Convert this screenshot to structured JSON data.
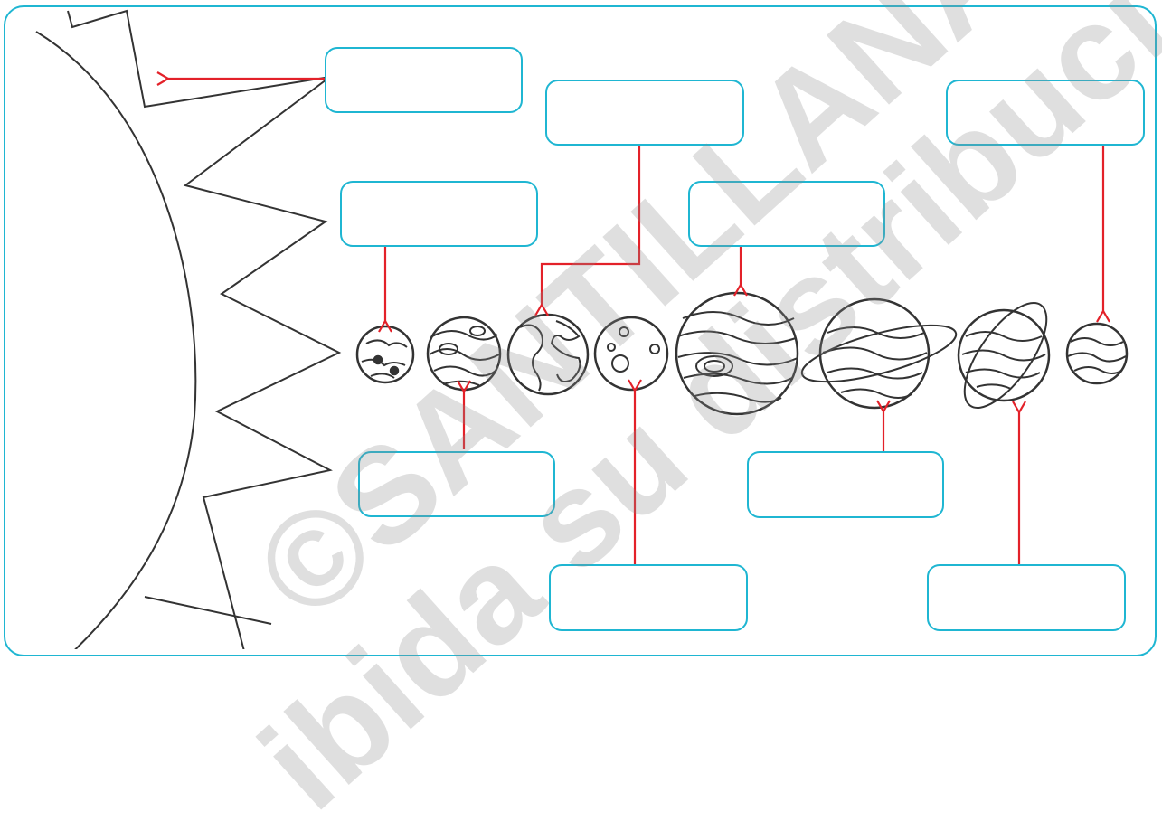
{
  "colors": {
    "frame": "#1fb6d2",
    "label_border": "#1fb6d2",
    "arrow": "#e32129",
    "outline": "#333333",
    "watermark": "rgba(140,140,140,0.28)"
  },
  "watermark": {
    "line1": "©SANTILLANA",
    "line2": "ibida su distribuci"
  },
  "labels": [
    {
      "id": "sun",
      "text": ""
    },
    {
      "id": "mercury",
      "text": ""
    },
    {
      "id": "venus",
      "text": ""
    },
    {
      "id": "earth",
      "text": ""
    },
    {
      "id": "mars",
      "text": ""
    },
    {
      "id": "jupiter",
      "text": ""
    },
    {
      "id": "saturn",
      "text": ""
    },
    {
      "id": "uranus",
      "text": ""
    },
    {
      "id": "neptune",
      "text": ""
    }
  ],
  "bodies": [
    "Sun",
    "Mercury",
    "Venus",
    "Earth",
    "Mars",
    "Jupiter",
    "Saturn",
    "Uranus",
    "Neptune"
  ]
}
